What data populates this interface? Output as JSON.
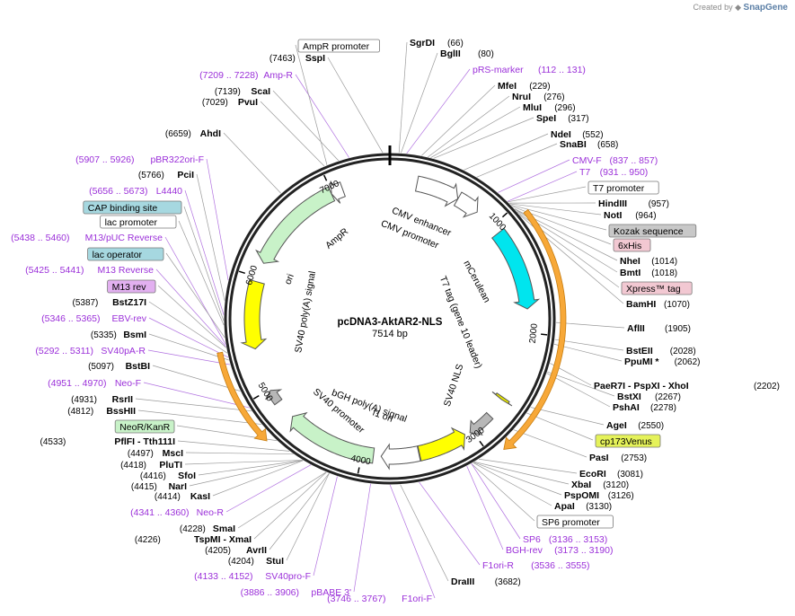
{
  "watermark": {
    "prefix": "Created by",
    "brand": "SnapGene"
  },
  "plasmid": {
    "name": "pcDNA3-AktAR2-NLS",
    "length_label": "7514 bp",
    "length": 7514
  },
  "ticks": [
    {
      "label": "1000",
      "bp": 1000
    },
    {
      "label": "2000",
      "bp": 2000
    },
    {
      "label": "3000",
      "bp": 3000
    },
    {
      "label": "4000",
      "bp": 4000
    },
    {
      "label": "5000",
      "bp": 5000
    },
    {
      "label": "6000",
      "bp": 6000
    },
    {
      "label": "7000",
      "bp": 7000
    }
  ],
  "features": [
    {
      "name": "CMV enhancer",
      "start": 237,
      "end": 616,
      "dir": 1,
      "color": "#ffffff"
    },
    {
      "name": "CMV promoter",
      "start": 617,
      "end": 820,
      "dir": 1,
      "color": "#ffffff"
    },
    {
      "name": "mCerulean",
      "start": 1078,
      "end": 1793,
      "dir": 1,
      "color": "#00e5ee"
    },
    {
      "name": "SV40 NLS",
      "start": 2604,
      "end": 2628,
      "dir": 1,
      "color": "#e5e500"
    },
    {
      "name": "bGH poly(A) signal",
      "start": 2800,
      "end": 3024,
      "dir": 1,
      "color": "#b7b7b7"
    },
    {
      "name": "f1 ori",
      "start": 3070,
      "end": 3498,
      "dir": -1,
      "color": "#ffff00"
    },
    {
      "name": "SV40 promoter",
      "start": 3504,
      "end": 3833,
      "dir": 1,
      "color": "#ffffff"
    },
    {
      "name": "NeoR/KanR",
      "start": 3900,
      "end": 4694,
      "dir": 1,
      "color": "#c8f2c8"
    },
    {
      "name": "SV40 poly(A) signal",
      "start": 4868,
      "end": 4989,
      "dir": 1,
      "color": "#b7b7b7"
    },
    {
      "name": "ori",
      "start": 5372,
      "end": 5960,
      "dir": -1,
      "color": "#ffff00"
    },
    {
      "name": "AmpR",
      "start": 6131,
      "end": 6991,
      "dir": -1,
      "color": "#c8f2c8"
    },
    {
      "name": "AmpR promoter",
      "start": 6992,
      "end": 7096,
      "dir": -1,
      "color": "#ffffff"
    }
  ],
  "feature_labels": {
    "cmv_enhancer": "CMV enhancer",
    "cmv_promoter": "CMV promoter",
    "mcerulean": "mCerulean",
    "t7tag": "T7 tag (gene 10 leader)",
    "sv40nls": "SV40 NLS",
    "bgh": "bGH poly(A) signal",
    "f1ori": "f1 ori",
    "sv40promoter": "SV40 promoter",
    "sv40polya": "SV40 poly(A) signal",
    "ori": "ori",
    "ampr": "AmpR"
  },
  "left_labels": [
    {
      "kind": "enzyme",
      "name": "SspI",
      "pos": "(7463)",
      "bp": 7463
    },
    {
      "kind": "primer",
      "name": "Amp-R",
      "range": "(7209 .. 7228)",
      "bp": 7218
    },
    {
      "kind": "enzyme",
      "name": "ScaI",
      "pos": "(7139)",
      "bp": 7139
    },
    {
      "kind": "enzyme",
      "name": "PvuI",
      "pos": "(7029)",
      "bp": 7029
    },
    {
      "kind": "enzyme",
      "name": "AhdI",
      "pos": "(6659)",
      "bp": 6659
    },
    {
      "kind": "primer",
      "name": "pBR322ori-F",
      "range": "(5907 .. 5926)",
      "bp": 5916
    },
    {
      "kind": "enzyme",
      "name": "PciI",
      "pos": "(5766)",
      "bp": 5766
    },
    {
      "kind": "primer",
      "name": "L4440",
      "range": "(5656 .. 5673)",
      "bp": 5664
    },
    {
      "kind": "box",
      "name": "CAP binding site",
      "bg": "#a6d8e0",
      "bp": 5620
    },
    {
      "kind": "box",
      "name": "lac promoter",
      "bg": "#ffffff",
      "bp": 5590
    },
    {
      "kind": "primer",
      "name": "M13/pUC Reverse",
      "range": "(5438 .. 5460)",
      "bp": 5449
    },
    {
      "kind": "box",
      "name": "lac operator",
      "bg": "#a6d8e0",
      "bp": 5500
    },
    {
      "kind": "primer",
      "name": "M13 Reverse",
      "range": "(5425 .. 5441)",
      "bp": 5433
    },
    {
      "kind": "box",
      "name": "M13 rev",
      "bg": "#e2b0f0",
      "bp": 5425
    },
    {
      "kind": "enzyme",
      "name": "BstZ17I",
      "pos": "(5387)",
      "bp": 5387
    },
    {
      "kind": "primer",
      "name": "EBV-rev",
      "range": "(5346 .. 5365)",
      "bp": 5355
    },
    {
      "kind": "enzyme",
      "name": "BsmI",
      "pos": "(5335)",
      "bp": 5335
    },
    {
      "kind": "primer",
      "name": "SV40pA-R",
      "range": "(5292 .. 5311)",
      "bp": 5301
    },
    {
      "kind": "enzyme",
      "name": "BstBI",
      "pos": "(5097)",
      "bp": 5097
    },
    {
      "kind": "primer",
      "name": "Neo-F",
      "range": "(4951 .. 4970)",
      "bp": 4960
    },
    {
      "kind": "enzyme",
      "name": "RsrII",
      "pos": "(4931)",
      "bp": 4931
    },
    {
      "kind": "enzyme",
      "name": "BssHII",
      "pos": "(4812)",
      "bp": 4812
    },
    {
      "kind": "box",
      "name": "NeoR/KanR",
      "bg": "#c8f2c8",
      "bp": 4650
    },
    {
      "kind": "enzyme2",
      "name": "PflFI",
      "name2": "Tth111I",
      "pos": "(4533)",
      "bp": 4533
    },
    {
      "kind": "enzyme",
      "name": "MscI",
      "pos": "(4497)",
      "bp": 4497
    },
    {
      "kind": "enzyme",
      "name": "PluTI",
      "pos": "(4418)",
      "bp": 4418
    },
    {
      "kind": "enzyme",
      "name": "SfoI",
      "pos": "(4416)",
      "bp": 4416
    },
    {
      "kind": "enzyme",
      "name": "NarI",
      "pos": "(4415)",
      "bp": 4415
    },
    {
      "kind": "enzyme",
      "name": "KasI",
      "pos": "(4414)",
      "bp": 4414
    },
    {
      "kind": "primer",
      "name": "Neo-R",
      "range": "(4341 .. 4360)",
      "bp": 4350
    },
    {
      "kind": "enzyme",
      "name": "SmaI",
      "pos": "(4228)",
      "bp": 4228
    },
    {
      "kind": "enzyme2",
      "name": "TspMI",
      "name2": "XmaI",
      "pos": "(4226)",
      "bp": 4226
    },
    {
      "kind": "enzyme",
      "name": "AvrII",
      "pos": "(4205)",
      "bp": 4205
    },
    {
      "kind": "enzyme",
      "name": "StuI",
      "pos": "(4204)",
      "bp": 4204
    },
    {
      "kind": "primer",
      "name": "SV40pro-F",
      "range": "(4133 .. 4152)",
      "bp": 4142
    },
    {
      "kind": "primer",
      "name": "pBABE 3'",
      "range": "(3886 .. 3906)",
      "bp": 3896
    },
    {
      "kind": "primer",
      "name": "F1ori-F",
      "range": "(3746 .. 3767)",
      "bp": 3756
    }
  ],
  "right_labels": [
    {
      "kind": "enzyme",
      "name": "SgrDI",
      "pos": "(66)",
      "bp": 66
    },
    {
      "kind": "enzyme",
      "name": "BglII",
      "pos": "(80)",
      "bp": 80
    },
    {
      "kind": "primer",
      "name": "pRS-marker",
      "range": "(112 .. 131)",
      "bp": 121
    },
    {
      "kind": "enzyme",
      "name": "MfeI",
      "pos": "(229)",
      "bp": 229
    },
    {
      "kind": "enzyme",
      "name": "NruI",
      "pos": "(276)",
      "bp": 276
    },
    {
      "kind": "enzyme",
      "name": "MluI",
      "pos": "(296)",
      "bp": 296
    },
    {
      "kind": "enzyme",
      "name": "SpeI",
      "pos": "(317)",
      "bp": 317
    },
    {
      "kind": "enzyme",
      "name": "NdeI",
      "pos": "(552)",
      "bp": 552
    },
    {
      "kind": "enzyme",
      "name": "SnaBI",
      "pos": "(658)",
      "bp": 658
    },
    {
      "kind": "primer",
      "name": "CMV-F",
      "range": "(837 .. 857)",
      "bp": 847
    },
    {
      "kind": "primer",
      "name": "T7",
      "range": "(931 .. 950)",
      "bp": 940
    },
    {
      "kind": "box",
      "name": "T7 promoter",
      "bg": "#ffffff",
      "bp": 945
    },
    {
      "kind": "enzyme",
      "name": "HindIII",
      "pos": "(957)",
      "bp": 957
    },
    {
      "kind": "enzyme",
      "name": "NotI",
      "pos": "(964)",
      "bp": 964
    },
    {
      "kind": "box",
      "name": "Kozak sequence",
      "bg": "#c8c8c8",
      "bp": 975
    },
    {
      "kind": "box",
      "name": "6xHis",
      "bg": "#f2c8d2",
      "bp": 990
    },
    {
      "kind": "enzyme",
      "name": "NheI",
      "pos": "(1014)",
      "bp": 1014
    },
    {
      "kind": "enzyme",
      "name": "BmtI",
      "pos": "(1018)",
      "bp": 1018
    },
    {
      "kind": "box",
      "name": "Xpress™ tag",
      "bg": "#f2c8d2",
      "bp": 1040
    },
    {
      "kind": "enzyme",
      "name": "BamHI",
      "pos": "(1070)",
      "bp": 1070
    },
    {
      "kind": "enzyme",
      "name": "AflII",
      "pos": "(1905)",
      "bp": 1905
    },
    {
      "kind": "enzyme",
      "name": "BstEII",
      "pos": "(2028)",
      "bp": 2028
    },
    {
      "kind": "enzyme",
      "name": "PpuMI *",
      "pos": "(2062)",
      "bp": 2062
    },
    {
      "kind": "enzyme3",
      "name": "PaeR7I",
      "name2": "PspXI",
      "name3": "XhoI",
      "pos": "(2202)",
      "bp": 2202
    },
    {
      "kind": "enzyme",
      "name": "BstXI",
      "pos": "(2267)",
      "bp": 2267
    },
    {
      "kind": "enzyme",
      "name": "PshAI",
      "pos": "(2278)",
      "bp": 2278
    },
    {
      "kind": "enzyme",
      "name": "AgeI",
      "pos": "(2550)",
      "bp": 2550
    },
    {
      "kind": "box",
      "name": "cp173Venus",
      "bg": "#e5f25a",
      "bp": 2600
    },
    {
      "kind": "enzyme",
      "name": "PasI",
      "pos": "(2753)",
      "bp": 2753
    },
    {
      "kind": "enzyme",
      "name": "EcoRI",
      "pos": "(3081)",
      "bp": 3081
    },
    {
      "kind": "enzyme",
      "name": "XbaI",
      "pos": "(3120)",
      "bp": 3120
    },
    {
      "kind": "enzyme",
      "name": "PspOMI",
      "pos": "(3126)",
      "bp": 3126
    },
    {
      "kind": "enzyme",
      "name": "ApaI",
      "pos": "(3130)",
      "bp": 3130
    },
    {
      "kind": "box",
      "name": "SP6 promoter",
      "bg": "#ffffff",
      "bp": 3145
    },
    {
      "kind": "primer",
      "name": "SP6",
      "range": "(3136 .. 3153)",
      "bp": 3144
    },
    {
      "kind": "primer",
      "name": "BGH-rev",
      "range": "(3173 .. 3190)",
      "bp": 3181
    },
    {
      "kind": "primer",
      "name": "F1ori-R",
      "range": "(3536 .. 3555)",
      "bp": 3545
    },
    {
      "kind": "enzyme",
      "name": "DraIII",
      "pos": "(3682)",
      "bp": 3682
    }
  ],
  "top_labels": [
    {
      "kind": "box",
      "name": "AmpR promoter",
      "bg": "#ffffff",
      "bp": 7050
    }
  ]
}
